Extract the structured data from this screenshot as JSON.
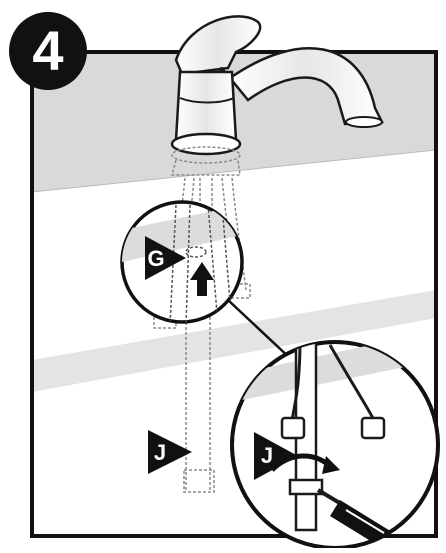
{
  "step": {
    "number": "4"
  },
  "callouts": {
    "g_label": "G",
    "j_label_main": "J",
    "j_label_detail": "J"
  },
  "colors": {
    "frame": "#111111",
    "wall_shade": "#d8d8d8",
    "countertop": "#f2f2f2",
    "line": "#1a1a1a",
    "ghost_line": "#8a8a8a",
    "arrow": "#111111"
  },
  "icons": {
    "step_badge": "filled-circle-number",
    "callout_pointer": "triangle-arrow",
    "rotate_arrow": "curved-rotation-arrow",
    "up_arrow": "upward-arrow"
  }
}
